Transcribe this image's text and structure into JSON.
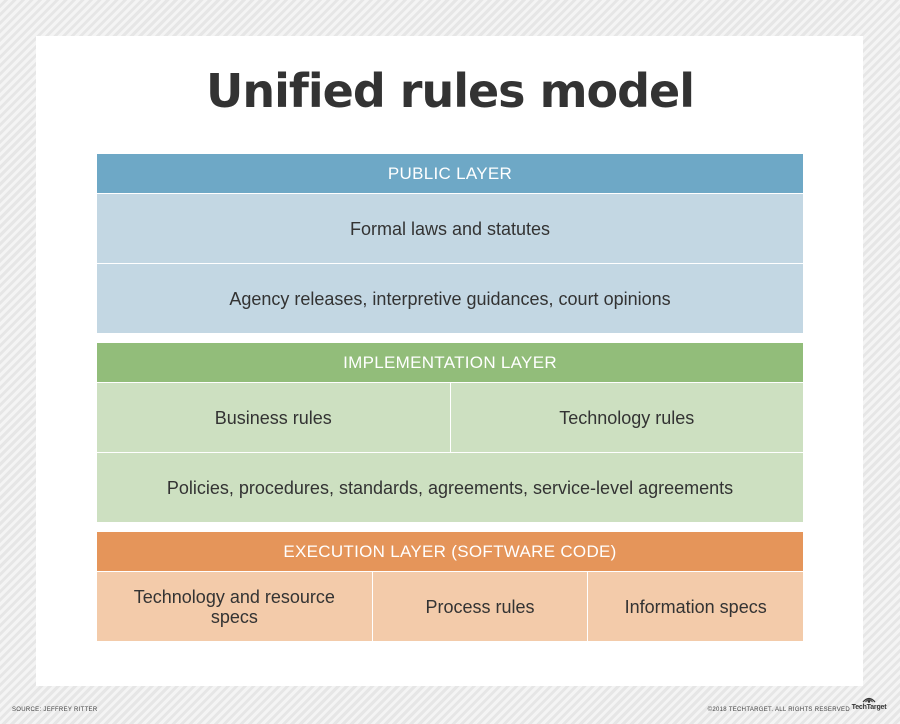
{
  "title": "Unified rules model",
  "layers": {
    "public": {
      "header": "PUBLIC LAYER",
      "rows": [
        [
          "Formal laws and statutes"
        ],
        [
          "Agency releases, interpretive guidances, court opinions"
        ]
      ]
    },
    "implementation": {
      "header": "IMPLEMENTATION LAYER",
      "rows": [
        [
          "Business rules",
          "Technology rules"
        ],
        [
          "Policies, procedures, standards, agreements, service-level agreements"
        ]
      ]
    },
    "execution": {
      "header": "EXECUTION LAYER (SOFTWARE CODE)",
      "rows": [
        [
          "Technology and resource specs",
          "Process rules",
          "Information specs"
        ]
      ]
    }
  },
  "colors": {
    "public_header": "#6ea8c6",
    "public_cell": "#c3d7e3",
    "implementation_header": "#92bd7a",
    "implementation_cell": "#cde0c1",
    "execution_header": "#e5955a",
    "execution_cell": "#f3cbaa"
  },
  "footer": {
    "source": "SOURCE: JEFFREY RITTER",
    "copyright": "©2018 TECHTARGET. ALL RIGHTS RESERVED",
    "logo_text": "TechTarget",
    "logo_icon": "eye-icon"
  }
}
